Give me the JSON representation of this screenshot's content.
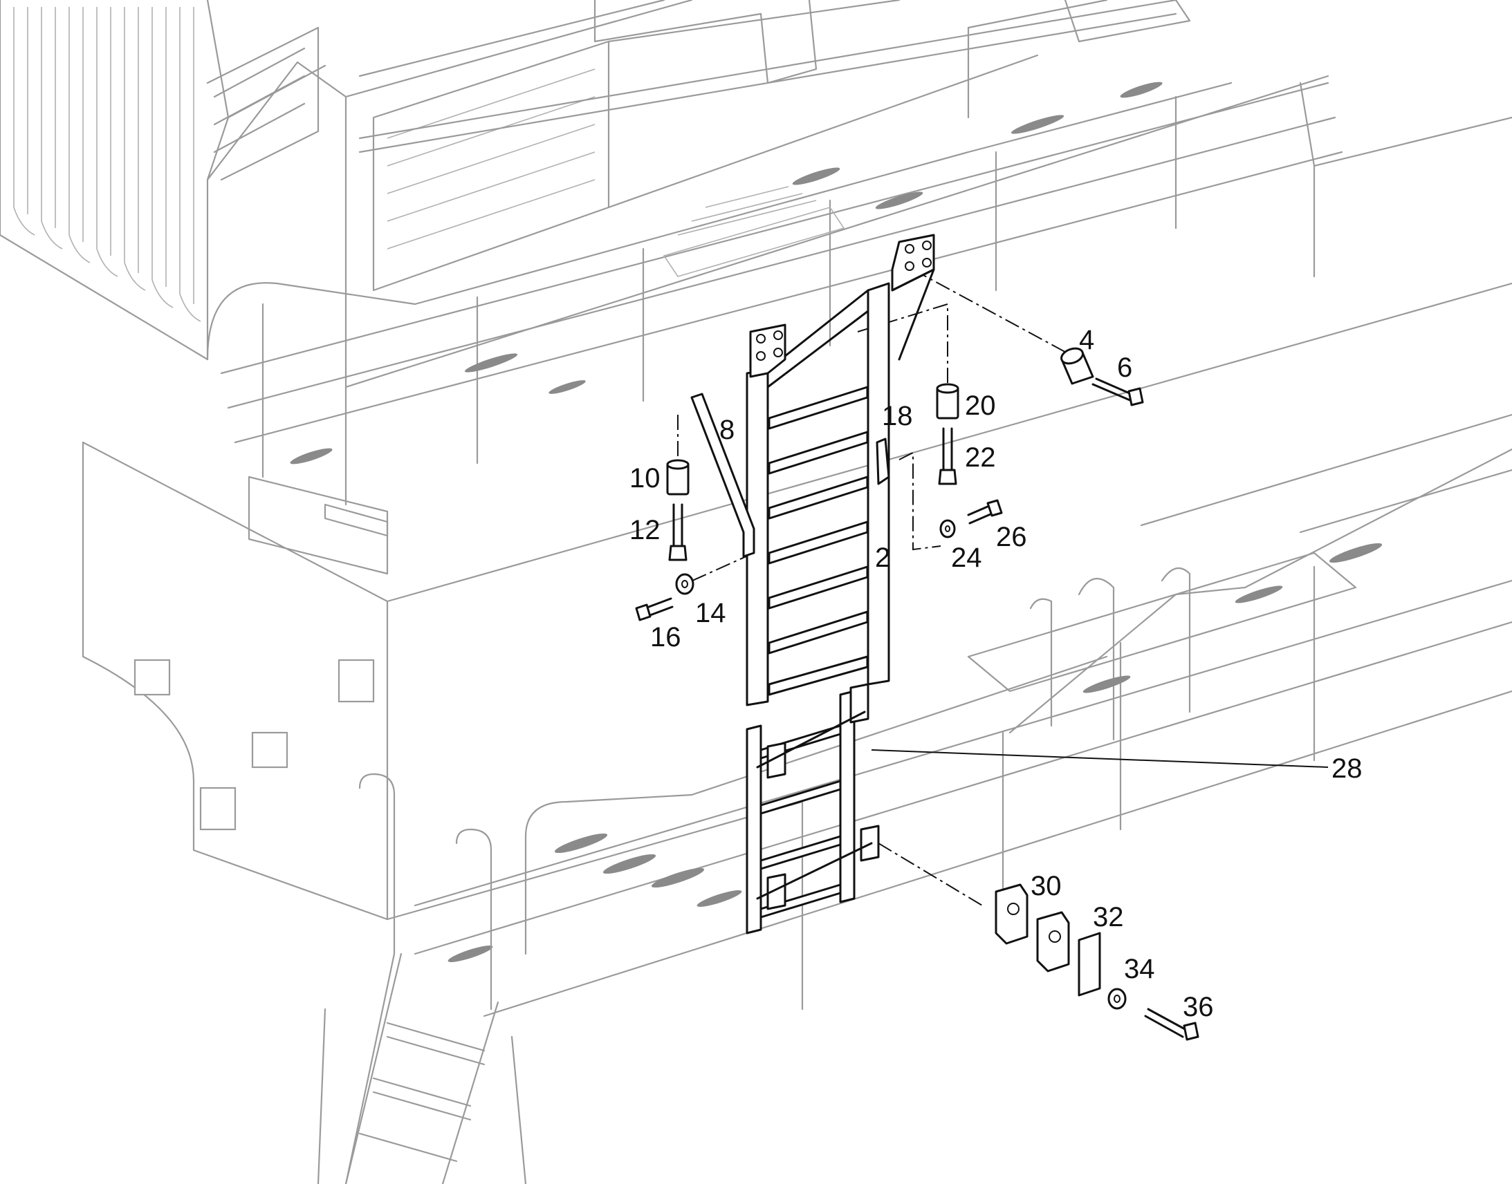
{
  "callouts": {
    "c2": "2",
    "c4": "4",
    "c6": "6",
    "c8": "8",
    "c10": "10",
    "c12": "12",
    "c14": "14",
    "c16": "16",
    "c18": "18",
    "c20": "20",
    "c22": "22",
    "c24": "24",
    "c26": "26",
    "c28": "28",
    "c30": "30",
    "c32": "32",
    "c34": "34",
    "c36": "36"
  }
}
